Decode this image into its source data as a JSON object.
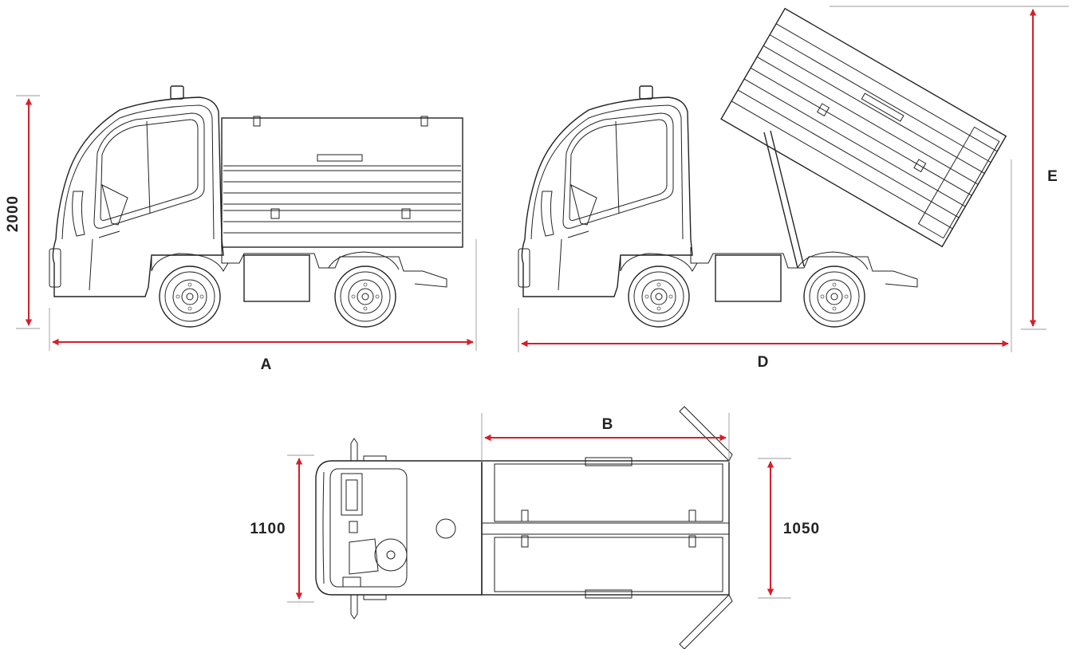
{
  "colors": {
    "dimension": "#d41f2a",
    "drawing": "#222222",
    "extension": "#9a9a9a"
  },
  "dimensions": {
    "height_label": "2000",
    "length_label": "A",
    "tipped_length_label": "D",
    "tipped_height_label": "E",
    "body_length_label": "B",
    "width_label": "1100",
    "body_width_label": "1050"
  }
}
